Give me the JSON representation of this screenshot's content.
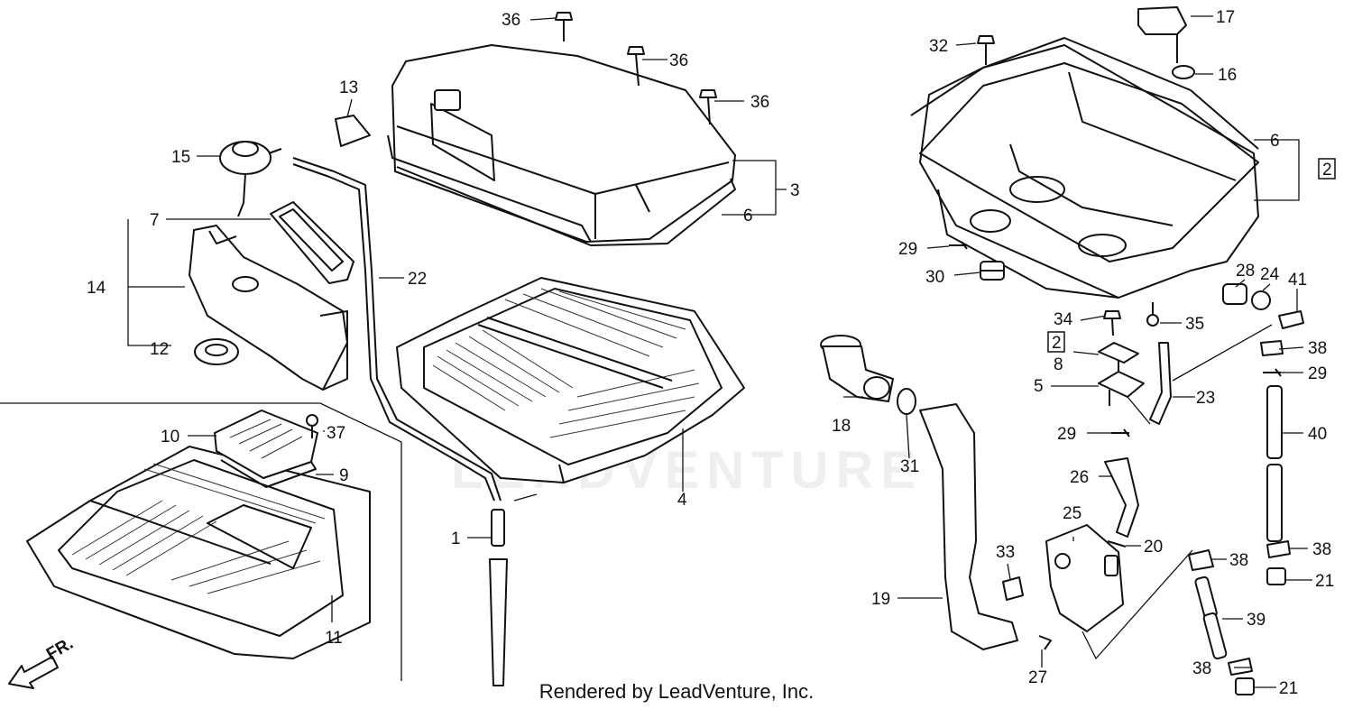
{
  "watermark": "LEADVENTURE",
  "credit": "Rendered by LeadVenture, Inc.",
  "direction_label": "FR.",
  "callouts": {
    "c1": "1",
    "c2": "2",
    "c2b": "2",
    "c3": "3",
    "c4": "4",
    "c5": "5",
    "c6a": "6",
    "c6b": "6",
    "c7": "7",
    "c8": "8",
    "c9": "9",
    "c10": "10",
    "c11": "11",
    "c12": "12",
    "c13": "13",
    "c14": "14",
    "c15": "15",
    "c16": "16",
    "c17": "17",
    "c18": "18",
    "c19": "19",
    "c20": "20",
    "c21a": "21",
    "c21b": "21",
    "c22": "22",
    "c23": "23",
    "c24": "24",
    "c25": "25",
    "c26": "26",
    "c27": "27",
    "c28": "28",
    "c29a": "29",
    "c29b": "29",
    "c29c": "29",
    "c30": "30",
    "c31": "31",
    "c32": "32",
    "c33": "33",
    "c34": "34",
    "c35": "35",
    "c36a": "36",
    "c36b": "36",
    "c36c": "36",
    "c37": "37",
    "c38a": "38",
    "c38b": "38",
    "c38c": "38",
    "c38d": "38",
    "c39": "39",
    "c40": "40",
    "c41": "41"
  }
}
